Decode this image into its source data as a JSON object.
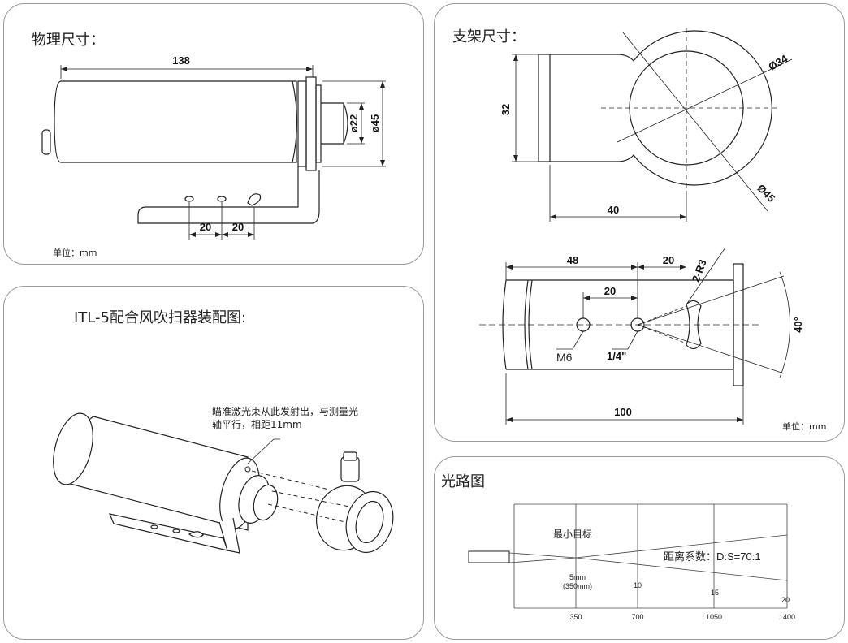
{
  "physical": {
    "title": "物理尺寸：",
    "unit": "单位：mm",
    "dims": {
      "length": "138",
      "d22": "ø22",
      "d45": "ø45",
      "gap1": "20",
      "gap2": "20"
    }
  },
  "assembly": {
    "title": "ITL-5配合风吹扫器装配图:",
    "note_line1": "瞄准激光束从此发射出，与测量光",
    "note_line2": "轴平行，相距11mm"
  },
  "bracket": {
    "title": "支架尺寸：",
    "unit": "单位：mm",
    "top_dims": {
      "height": "32",
      "width": "40",
      "d34": "Ø34",
      "d45": "Ø45"
    },
    "bottom_dims": {
      "d48": "48",
      "d20a": "20",
      "d20b": "20",
      "r3": "2-R3",
      "angle": "40°",
      "m6": "M6",
      "quarter": "1/4\"",
      "length": "100"
    }
  },
  "optics": {
    "title": "光路图",
    "min_target": "最小目标",
    "ratio": "距离系数：D:S=70:1",
    "spot_5": "5mm",
    "spot_5_dist": "(350mm)",
    "spot_10": "10",
    "spot_15": "15",
    "spot_20": "20",
    "ticks": [
      "350",
      "700",
      "1050",
      "1400"
    ]
  }
}
